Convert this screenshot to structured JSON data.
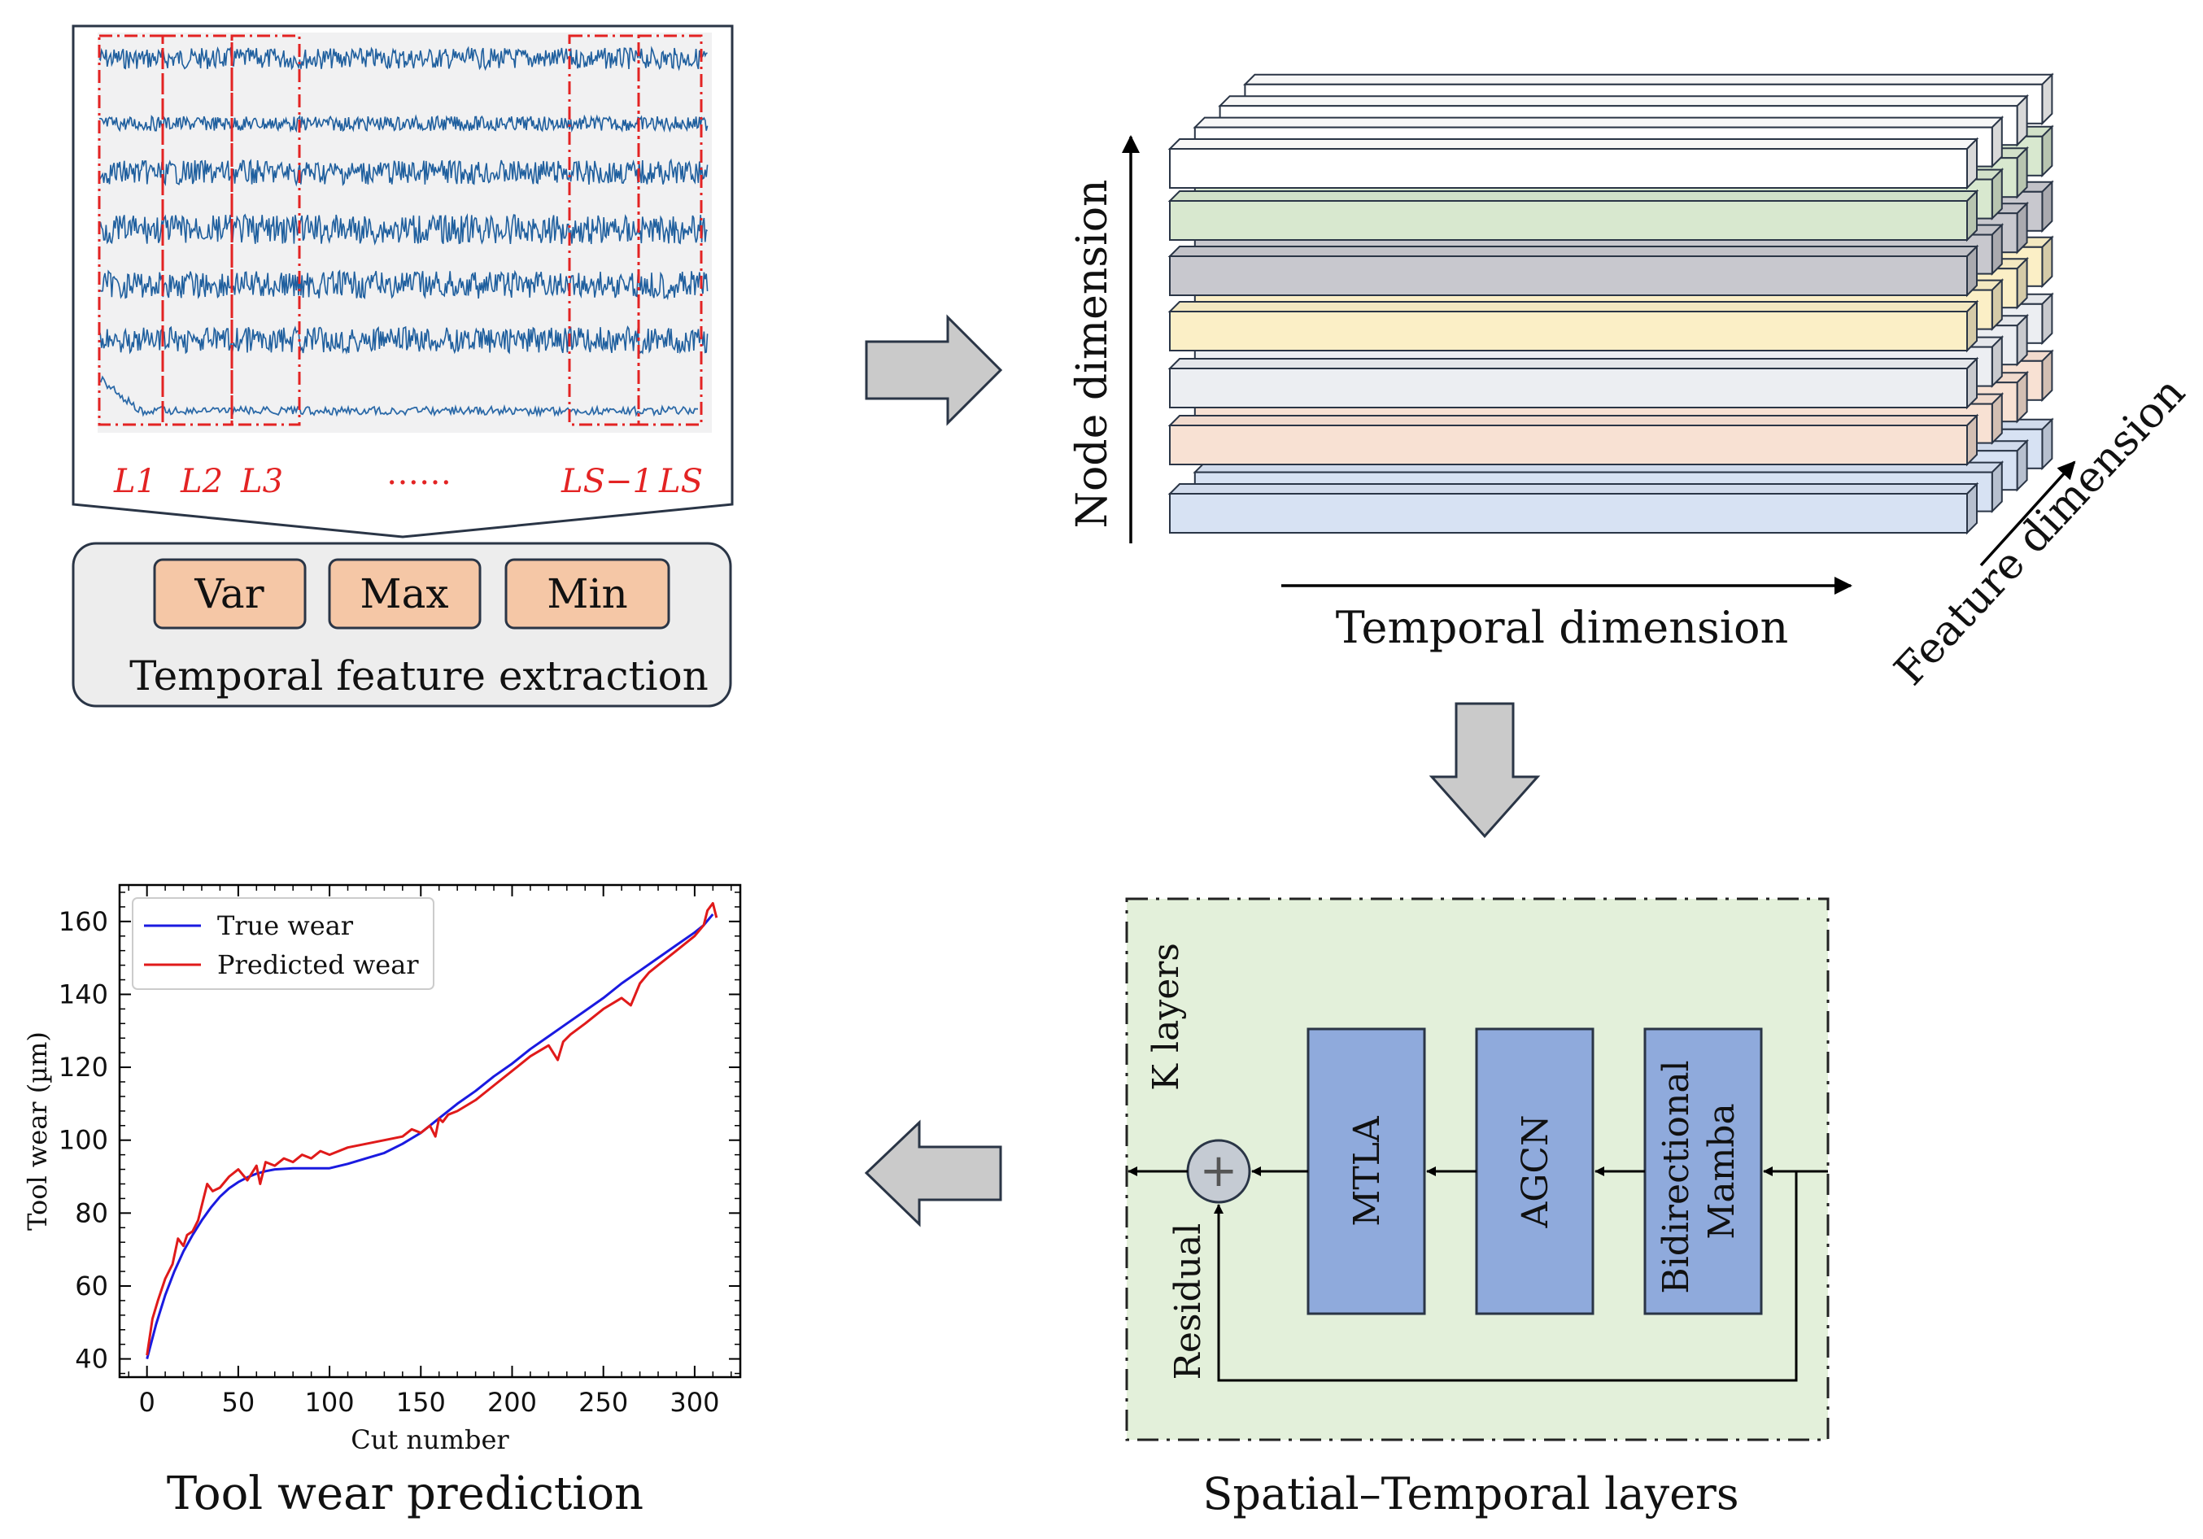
{
  "signal_panel": {
    "segment_labels": [
      "L1",
      "L2",
      "L3",
      "LS−1",
      "LS"
    ],
    "ellipsis": "……",
    "features": [
      "Var",
      "Max",
      "Min"
    ],
    "caption": "Temporal feature extraction"
  },
  "tensor_panel": {
    "node_axis": "Node dimension",
    "temporal_axis": "Temporal dimension",
    "feature_axis": "Feature dimension",
    "layer_colors": [
      "#ffffff",
      "#d8e8cf",
      "#c8c8ce",
      "#fbefc6",
      "#eceef2",
      "#f8e1d3",
      "#d7e2f3"
    ]
  },
  "st_panel": {
    "k_label": "K layers",
    "residual_label": "Residual",
    "blocks": [
      "MTLA",
      "AGCN",
      "Bidirectional Mamba"
    ],
    "caption": "Spatial–Temporal layers"
  },
  "prediction_panel": {
    "caption": "Tool wear prediction"
  },
  "chart_data": {
    "type": "line",
    "xlabel": "Cut number",
    "ylabel": "Tool wear (µm)",
    "xlim": [
      -15,
      325
    ],
    "ylim": [
      35,
      170
    ],
    "xticks": [
      0,
      50,
      100,
      150,
      200,
      250,
      300
    ],
    "yticks": [
      40,
      60,
      80,
      100,
      120,
      140,
      160
    ],
    "legend_position": "top-left",
    "series": [
      {
        "name": "True wear",
        "color": "#1a1ae0",
        "x": [
          0,
          5,
          10,
          15,
          20,
          25,
          30,
          35,
          40,
          45,
          50,
          55,
          60,
          65,
          70,
          80,
          90,
          100,
          110,
          120,
          130,
          140,
          150,
          160,
          170,
          180,
          190,
          200,
          210,
          220,
          230,
          240,
          250,
          260,
          270,
          280,
          290,
          300,
          305,
          310
        ],
        "y": [
          40,
          49.5,
          57.5,
          64,
          69.5,
          74,
          78,
          81.5,
          84.5,
          86.8,
          88.5,
          89.8,
          90.8,
          91.5,
          92,
          92.3,
          92.3,
          92.3,
          93.5,
          95,
          96.5,
          99,
          102,
          106,
          110,
          113.5,
          117.5,
          121,
          125,
          128.5,
          132,
          135.5,
          139,
          143,
          146.5,
          150,
          153.5,
          157,
          159,
          162
        ]
      },
      {
        "name": "Predicted wear",
        "color": "#e01a1a",
        "x": [
          0,
          3,
          6,
          10,
          14,
          17,
          20,
          22,
          25,
          28,
          31,
          33,
          36,
          40,
          45,
          50,
          55,
          60,
          62,
          65,
          70,
          75,
          80,
          85,
          90,
          95,
          100,
          110,
          120,
          130,
          140,
          145,
          150,
          155,
          158,
          160,
          162,
          165,
          170,
          180,
          190,
          200,
          210,
          220,
          225,
          228,
          232,
          240,
          250,
          260,
          265,
          270,
          275,
          280,
          290,
          300,
          305,
          307,
          310,
          312
        ],
        "y": [
          41,
          51,
          56,
          62,
          66,
          73,
          71,
          74,
          75,
          78,
          84,
          88,
          86,
          87,
          90,
          92,
          89,
          93,
          88,
          94,
          93,
          95,
          94,
          96,
          95,
          97,
          96,
          98,
          99,
          100,
          101,
          103,
          102,
          104,
          101,
          106,
          105,
          107,
          108,
          111,
          115,
          119,
          123,
          126,
          122,
          127,
          129,
          132,
          136,
          139,
          137,
          143,
          146,
          148,
          152,
          156,
          159,
          163,
          165,
          161
        ]
      }
    ]
  }
}
